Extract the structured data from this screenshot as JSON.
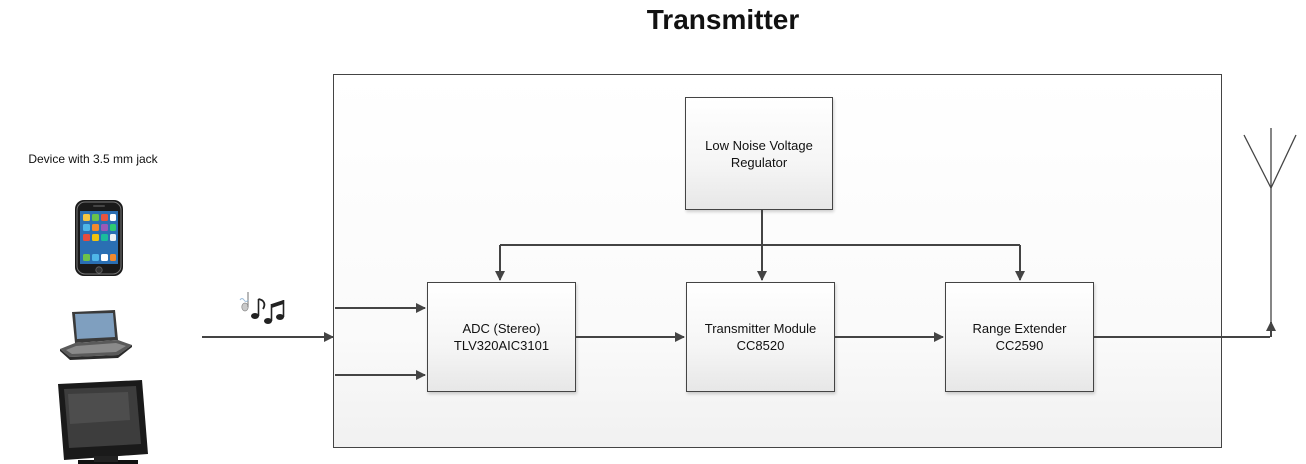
{
  "diagram": {
    "title": "Transmitter",
    "device_caption": "Device with 3.5 mm jack",
    "devices": [
      {
        "name": "smartphone-icon"
      },
      {
        "name": "laptop-icon"
      },
      {
        "name": "television-icon"
      }
    ],
    "audio_icon": "music-notes-icon",
    "antenna_icon": "antenna-icon",
    "blocks": {
      "regulator": {
        "line1": "Low Noise Voltage",
        "line2": "Regulator"
      },
      "adc": {
        "line1": "ADC (Stereo)",
        "line2": "TLV320AIC3101"
      },
      "transmitter": {
        "line1": "Transmitter Module",
        "line2": "CC8520"
      },
      "extender": {
        "line1": "Range Extender",
        "line2": "CC2590"
      }
    },
    "colors": {
      "line": "#444444",
      "phone_screen": "#2a6fb3",
      "tv_body": "#1a1a1a",
      "laptop_body": "#3a3a3a"
    }
  }
}
